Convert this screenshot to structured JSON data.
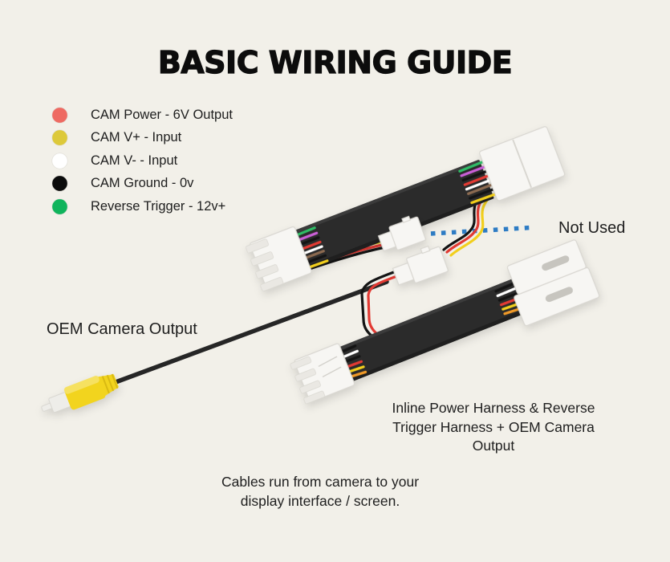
{
  "title": "BASIC WIRING GUIDE",
  "legend": {
    "items": [
      {
        "label": "CAM Power - 6V Output",
        "color": "#ee6a62"
      },
      {
        "label": "CAM V+ - Input",
        "color": "#ddc93a"
      },
      {
        "label": "CAM V- - Input",
        "color": "#ffffff"
      },
      {
        "label": "CAM Ground - 0v",
        "color": "#0b0b0b"
      },
      {
        "label": "Reverse Trigger - 12v+",
        "color": "#10b45c"
      }
    ]
  },
  "labels": {
    "not_used": "Not Used",
    "oem_camera_output": "OEM Camera Output",
    "inline_caption_lines": [
      "Inline Power Harness & Reverse",
      "Trigger Harness + OEM Camera",
      "Output"
    ],
    "bottom_caption_lines": [
      "Cables run from camera to your",
      "display interface / screen."
    ]
  },
  "colors": {
    "background": "#f2f0e9",
    "title_text": "#0c0c0c",
    "body_text": "#1e1e1e",
    "accent_blue": "#2e7cc4",
    "harness_black": "#2b2b2b",
    "connector_white": "#f7f6f3",
    "connector_line": "#d9d7d1",
    "connector_ridge": "#eae8e3",
    "slot_grey": "#c7c5bf",
    "wire_green": "#2fbc66",
    "wire_magenta": "#c95fd6",
    "wire_red": "#e23a33",
    "wire_white": "#ffffff",
    "wire_brown": "#8b6a50",
    "wire_black": "#141414",
    "wire_yellow": "#f2cf1d",
    "wire_orange": "#f09a28",
    "cable_black": "#262626",
    "rca_yellow": "#f2d41e",
    "rca_ridge": "#d9ba12",
    "rca_tip": "#eeede9"
  }
}
